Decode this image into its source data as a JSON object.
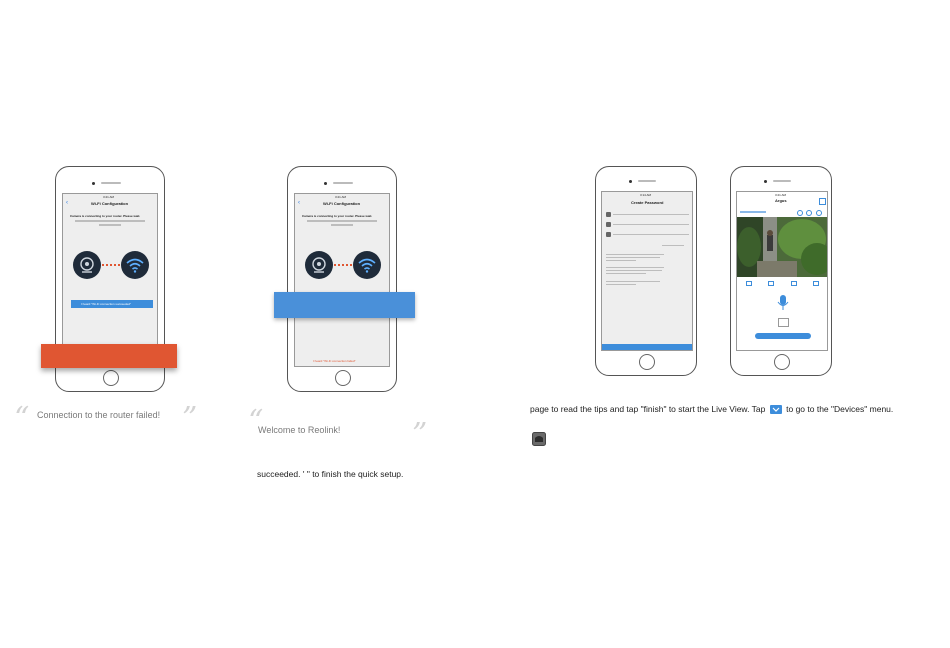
{
  "phone1": {
    "status_time": "3:21 AM",
    "nav_title": "Wi-Fi Configuration",
    "heading": "Camera is connecting to your router. Please wait.",
    "button_label": "I heard \"Wi-Fi connection succeeded\""
  },
  "phone2": {
    "status_time": "3:21 AM",
    "nav_title": "Wi-Fi Configuration",
    "heading": "Camera is connecting to your router. Please wait.",
    "bottom_link": "I heard \"Wi-Fi connection failed\""
  },
  "phone3": {
    "status_time": "3:14 AM",
    "nav_title": "Create Password"
  },
  "phone4": {
    "status_time": "3:21 AM",
    "nav_title": "Argus"
  },
  "captions": {
    "failed_quote": "Connection to the router failed!",
    "welcome_quote": "Welcome to Reolink!",
    "succeeded_text": "succeeded. ' \" to finish the quick setup.",
    "live_view_text_before": "page to read the tips and tap \"finish\" to start the Live View. Tap",
    "live_view_text_after": "to go to the \"Devices\" menu."
  },
  "colors": {
    "orange_banner": "#e05632",
    "blue_banner": "#4a90d9",
    "app_blue": "#3d8ddb"
  }
}
